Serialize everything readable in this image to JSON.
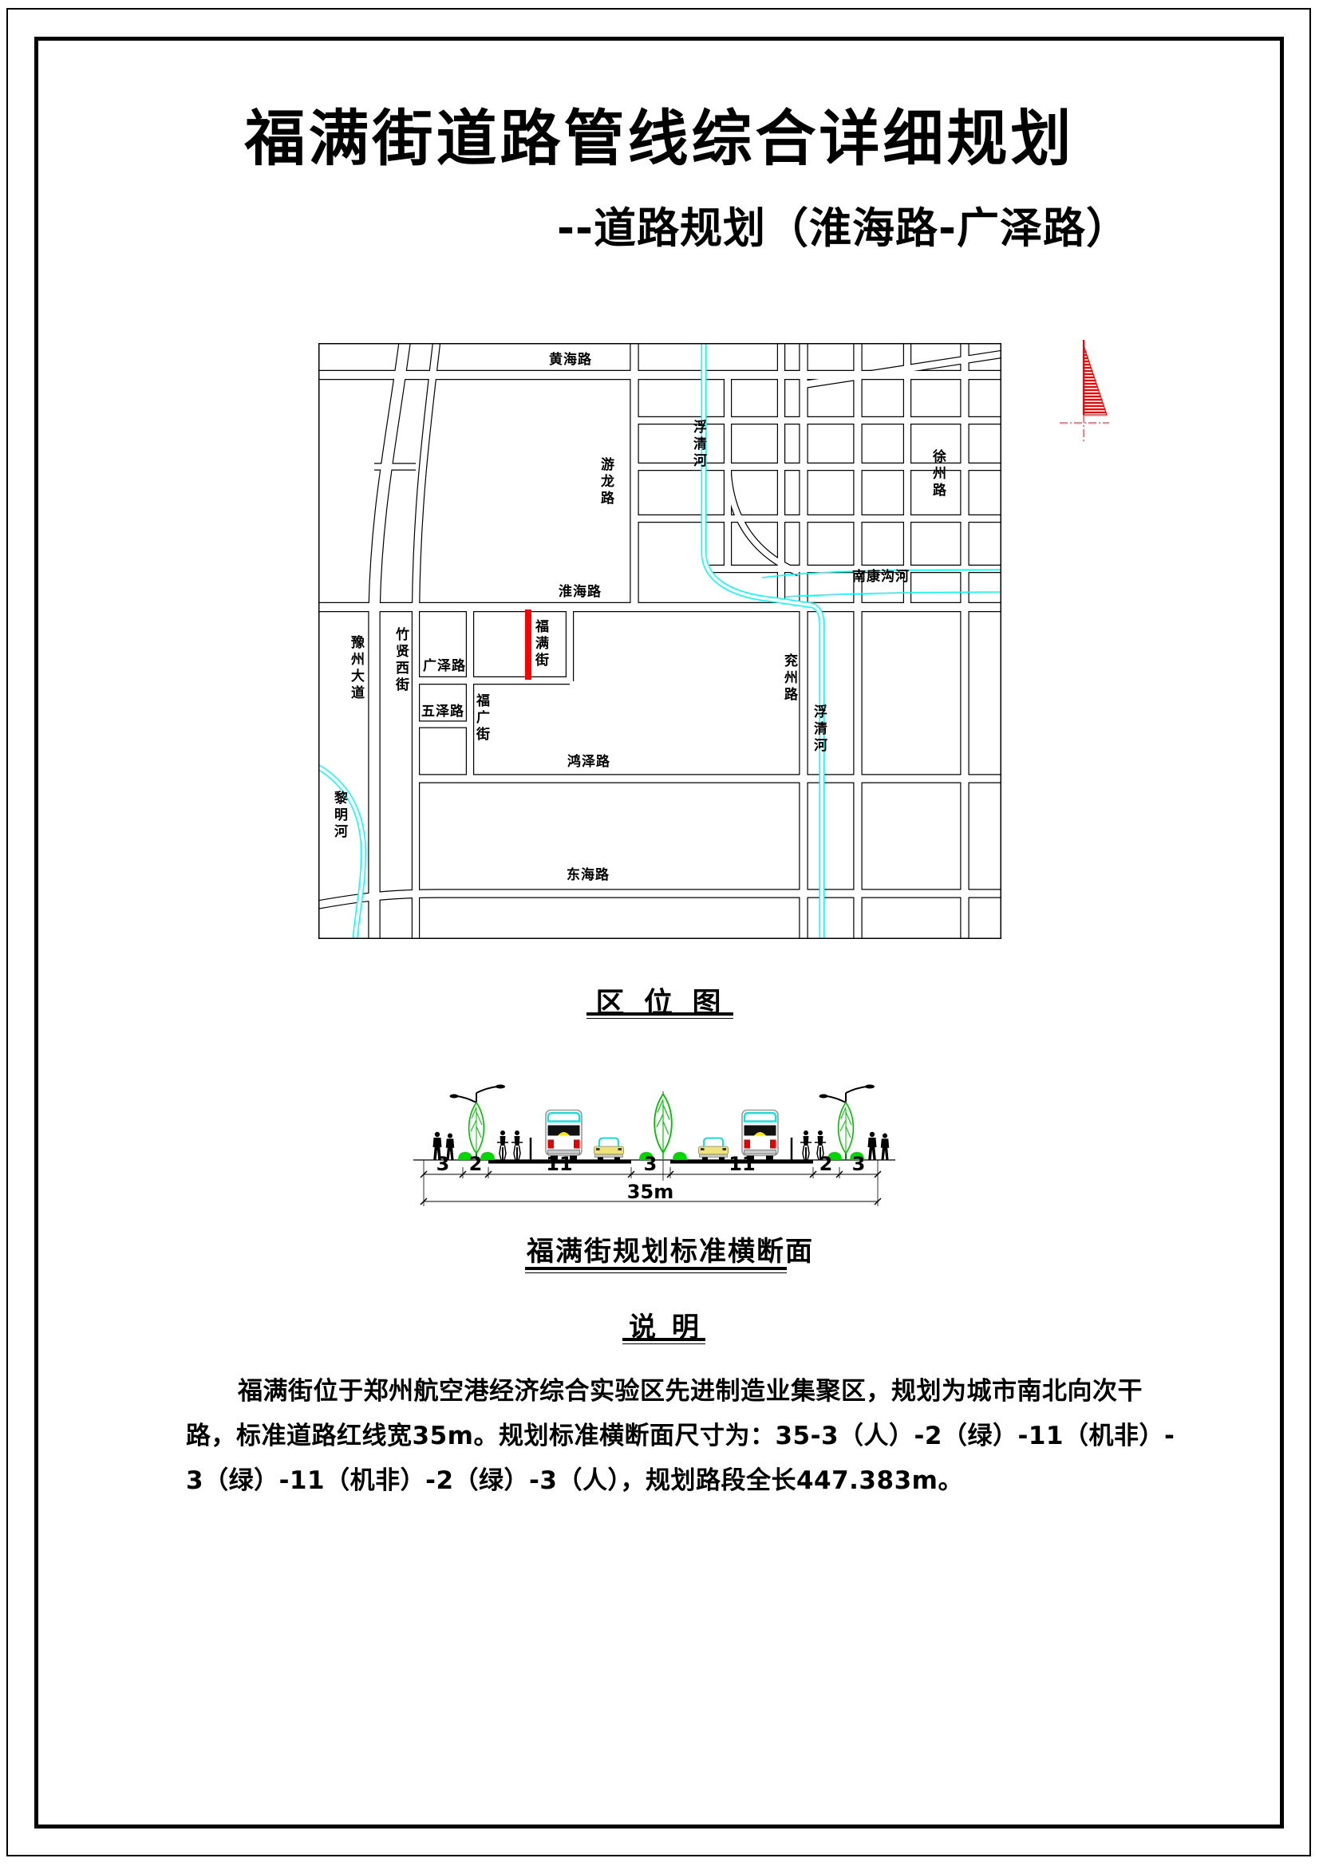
{
  "page": {
    "title": "福满街道路管线综合详细规划",
    "subtitle": "--道路规划（淮海路-广泽路）"
  },
  "location_map": {
    "caption": "区 位 图",
    "highlight_color": "#ff0000",
    "river_color": "#00ffff",
    "labels": [
      {
        "text": "黄海路"
      },
      {
        "text": "游龙路"
      },
      {
        "text": "浮清河"
      },
      {
        "text": "淮海路"
      },
      {
        "text": "福满街"
      },
      {
        "text": "广泽路"
      },
      {
        "text": "五泽路"
      },
      {
        "text": "福广街"
      },
      {
        "text": "豫州大道"
      },
      {
        "text": "竹贤西街"
      },
      {
        "text": "黎明河"
      },
      {
        "text": "鸿泽路"
      },
      {
        "text": "东海路"
      },
      {
        "text": "南康沟河"
      },
      {
        "text": "徐州路"
      },
      {
        "text": "兖州路"
      },
      {
        "text": "浮清河"
      }
    ]
  },
  "north_arrow": {
    "color": "#ff0000"
  },
  "cross_section": {
    "caption": "福满街规划标准横断面",
    "dims": [
      "3",
      "2",
      "11",
      "3",
      "11",
      "2",
      "3"
    ],
    "total": "35m"
  },
  "notes": {
    "heading": "说 明",
    "lines": [
      "福满街位于郑州航空港经济综合实验区先进制造业集聚区，规划为城市南北向次干",
      "路，标准道路红线宽35m。规划标准横断面尺寸为：35-3（人）-2（绿）-11（机非）-",
      "3（绿）-11（机非）-2（绿）-3（人），规划路段全长447.383m。"
    ]
  }
}
